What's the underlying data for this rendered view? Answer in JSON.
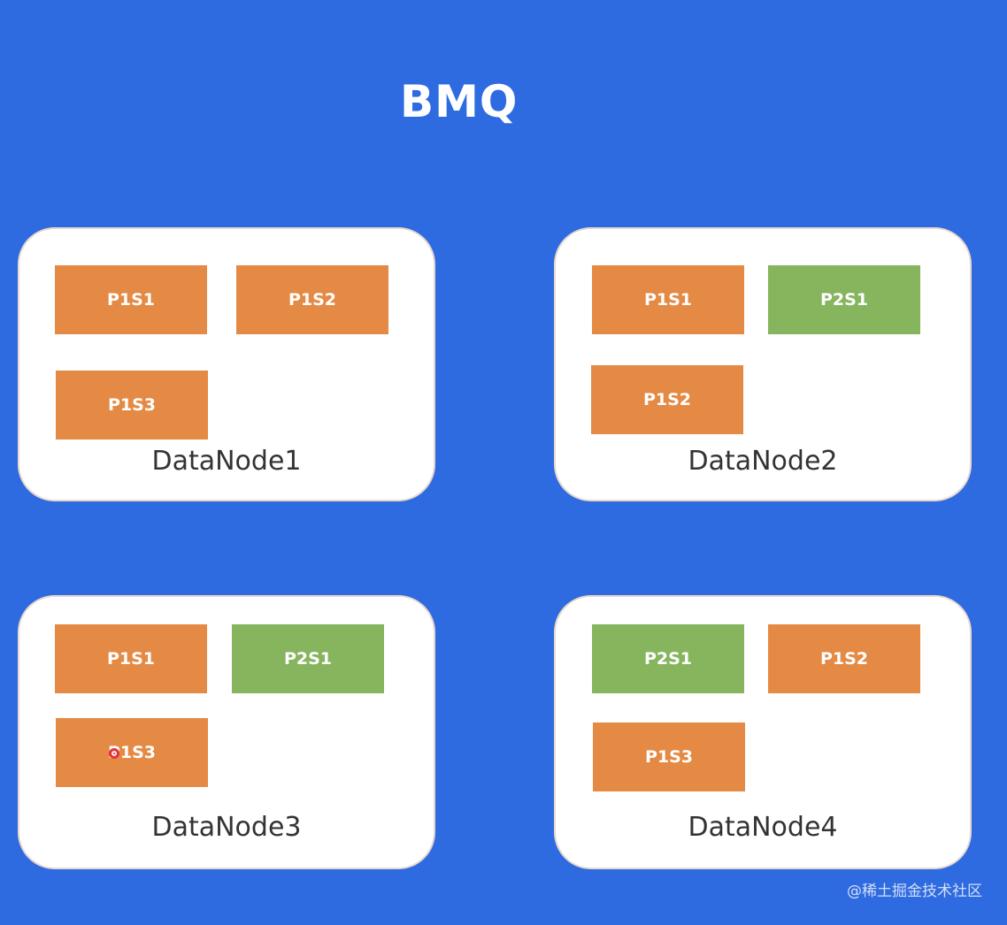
{
  "title": "BMQ",
  "nodes": [
    {
      "label": "DataNode1",
      "blocks": [
        {
          "label": "P1S1",
          "color": "#e58a45"
        },
        {
          "label": "P1S2",
          "color": "#e58a45"
        },
        {
          "label": "P1S3",
          "color": "#e58a45"
        }
      ]
    },
    {
      "label": "DataNode2",
      "blocks": [
        {
          "label": "P1S1",
          "color": "#e58a45"
        },
        {
          "label": "P2S1",
          "color": "#86b55e"
        },
        {
          "label": "P1S2",
          "color": "#e58a45"
        }
      ]
    },
    {
      "label": "DataNode3",
      "blocks": [
        {
          "label": "P1S1",
          "color": "#e58a45"
        },
        {
          "label": "P2S1",
          "color": "#86b55e"
        },
        {
          "label": "P1S3",
          "color": "#e58a45"
        }
      ]
    },
    {
      "label": "DataNode4",
      "blocks": [
        {
          "label": "P2S1",
          "color": "#86b55e"
        },
        {
          "label": "P1S2",
          "color": "#e58a45"
        },
        {
          "label": "P1S3",
          "color": "#e58a45"
        }
      ]
    }
  ],
  "watermark": "@稀土掘金技术社区",
  "colors": {
    "background": "#2f6be0",
    "orange": "#e58a45",
    "green": "#86b55e"
  }
}
